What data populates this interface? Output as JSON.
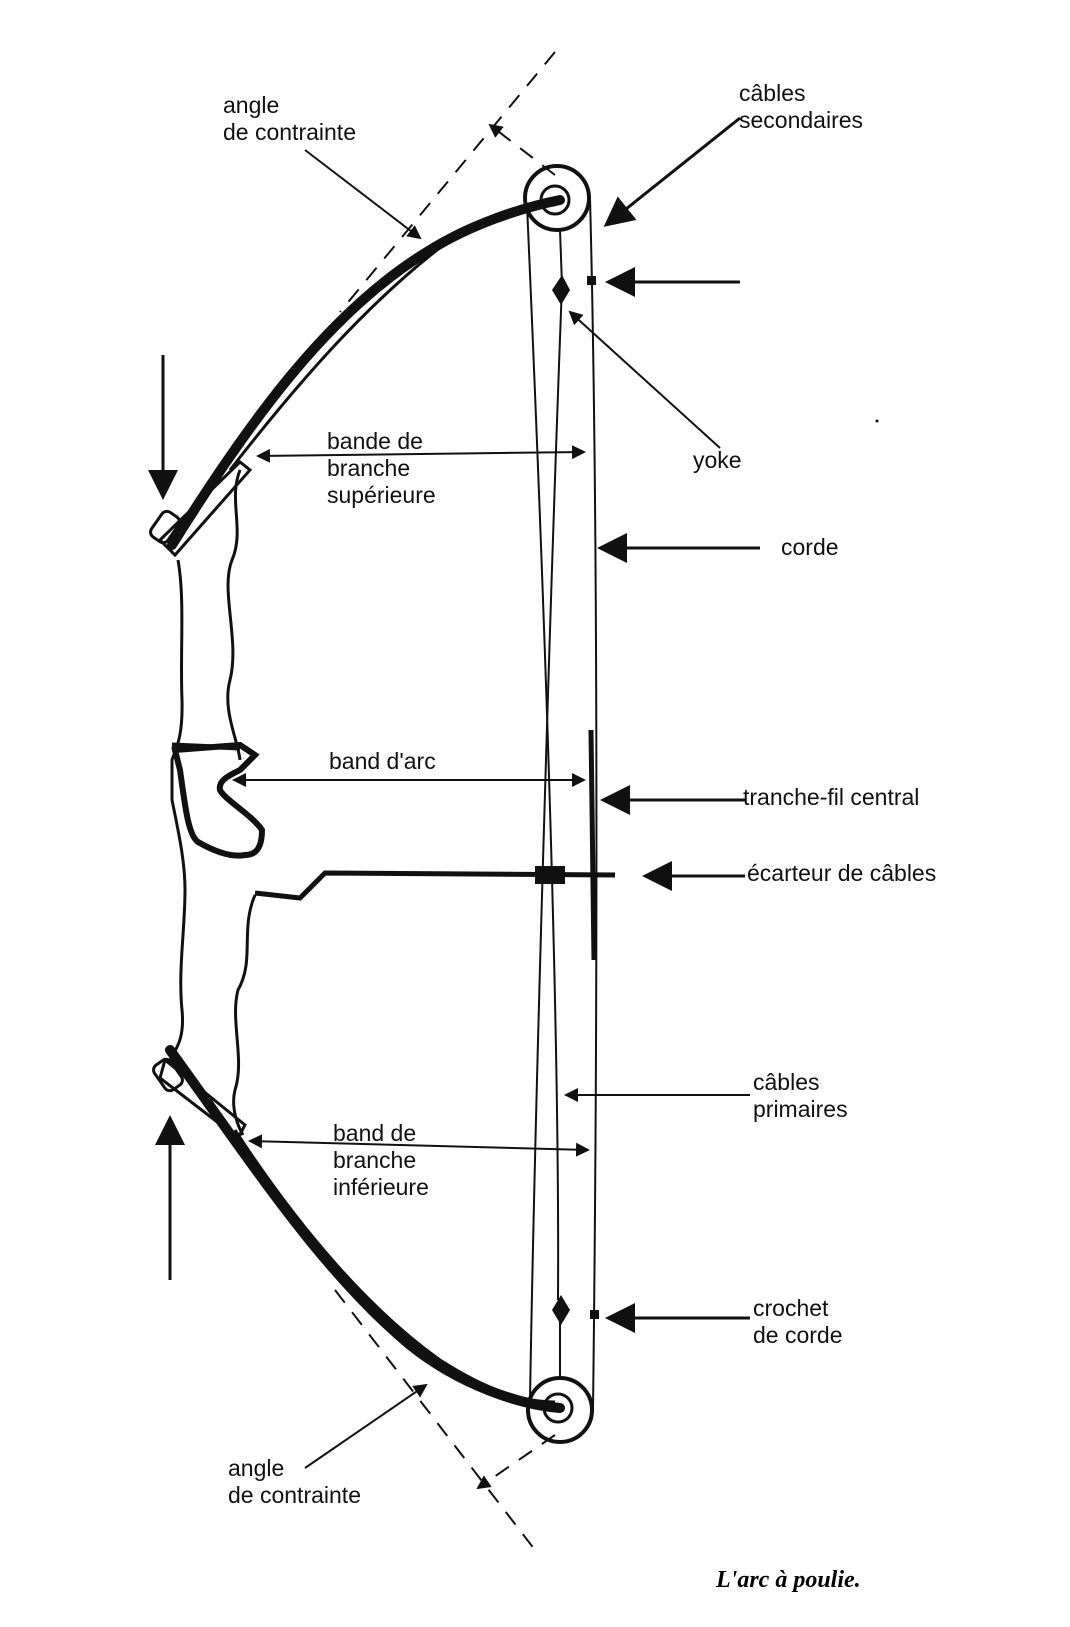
{
  "labels": {
    "angle_top": [
      "angle",
      "de contrainte"
    ],
    "cables_secondaires": [
      "câbles",
      "secondaires"
    ],
    "bande_branche_superieure": [
      "bande de",
      "branche",
      "supérieure"
    ],
    "yoke": "yoke",
    "corde": "corde",
    "band_arc": "band d'arc",
    "tranche_fil": "tranche-fil central",
    "ecarteur": "écarteur de câbles",
    "cables_primaires": [
      "câbles",
      "primaires"
    ],
    "band_branche_inferieure": [
      "band de",
      "branche",
      "inférieure"
    ],
    "crochet": [
      "crochet",
      "de corde"
    ],
    "angle_bottom": [
      "angle",
      "de contrainte"
    ]
  },
  "caption": "L'arc à poulie."
}
